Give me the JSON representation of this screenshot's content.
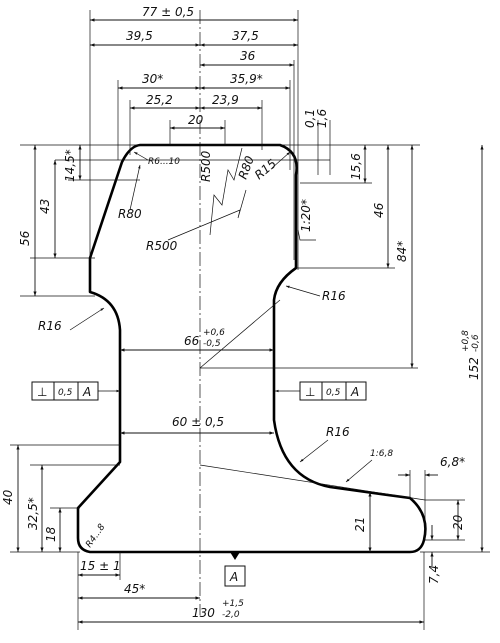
{
  "dims": {
    "overall_width": "77 ± 0,5",
    "left_half": "39,5",
    "right_half": "37,5",
    "d36": "36",
    "d30": "30*",
    "d35_9": "35,9*",
    "d25_2": "25,2",
    "d23_9": "23,9",
    "d20": "20",
    "d0_1": "0,1",
    "d1_6": "1,6",
    "d14_5": "14,5*",
    "d43": "43",
    "d56": "56",
    "d15_6": "15,6",
    "d46": "46",
    "d84": "84*",
    "web_main": "66",
    "web_sup": "+0,6",
    "web_sub": "-0,5",
    "web60": "60 ± 0,5",
    "height_main": "152",
    "height_sup": "+0,8",
    "height_sub": "-0,6",
    "d40": "40",
    "d32_5": "32,5*",
    "d18": "18",
    "d21": "21",
    "d20b": "20",
    "d7_4": "7,4",
    "d6_8": "6,8*",
    "d15pm1": "15 ± 1",
    "d45": "45*",
    "base_main": "130",
    "base_sup": "+1,5",
    "base_sub": "-2,0"
  },
  "radii": {
    "r6_10": "R6...10",
    "r500_top": "R500",
    "r80_top": "R80",
    "r15": "R15",
    "r80_left": "R80",
    "r500_left": "R500",
    "r16_right": "R16",
    "r16_left": "R16",
    "r16_foot": "R16",
    "r4_8": "R4...8"
  },
  "slopes": {
    "s1_20": "1:20*",
    "s1_6_8": "1:6,8"
  },
  "tolerances": {
    "left": {
      "symbol": "⊥",
      "value": "0,5",
      "datum": "A"
    },
    "right": {
      "symbol": "⊥",
      "value": "0,5",
      "datum": "A"
    }
  },
  "datum": {
    "label": "A"
  }
}
